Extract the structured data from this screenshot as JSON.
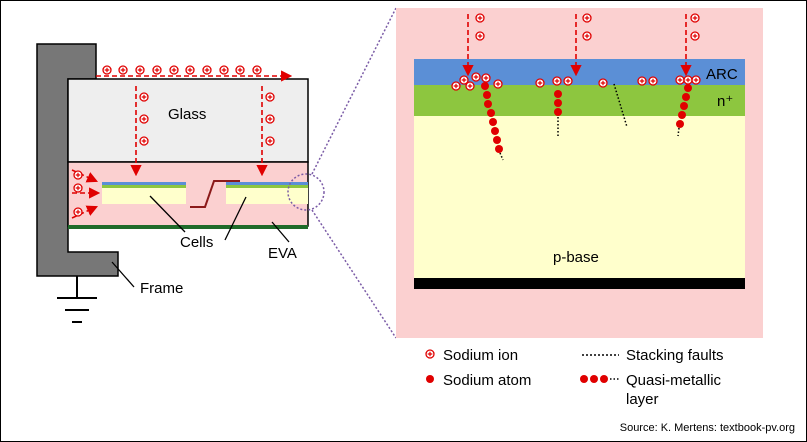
{
  "labels": {
    "glass": "Glass",
    "cells": "Cells",
    "eva": "EVA",
    "frame": "Frame",
    "arc": "ARC",
    "n_layer": "n⁺",
    "p_base": "p-base"
  },
  "legend": {
    "sodium_ion": "Sodium ion",
    "sodium_atom": "Sodium atom",
    "stacking_faults": "Stacking faults",
    "quasi_metallic_line1": "Quasi-metallic",
    "quasi_metallic_line2": "layer"
  },
  "source": "Source: K. Mertens: textbook-pv.org",
  "colors": {
    "frame": "#777777",
    "glass": "#eeeeee",
    "eva": "#fbd0d0",
    "arc": "#5b8fd6",
    "n_layer": "#8dc63f",
    "p_base": "#ffffcc",
    "sodium": "#e00000",
    "dotted_circle": "#7a5ba6",
    "cell_connector": "#8b1a1a"
  },
  "icons": [
    "ground-icon",
    "sodium-ion-icon",
    "sodium-atom-icon"
  ]
}
